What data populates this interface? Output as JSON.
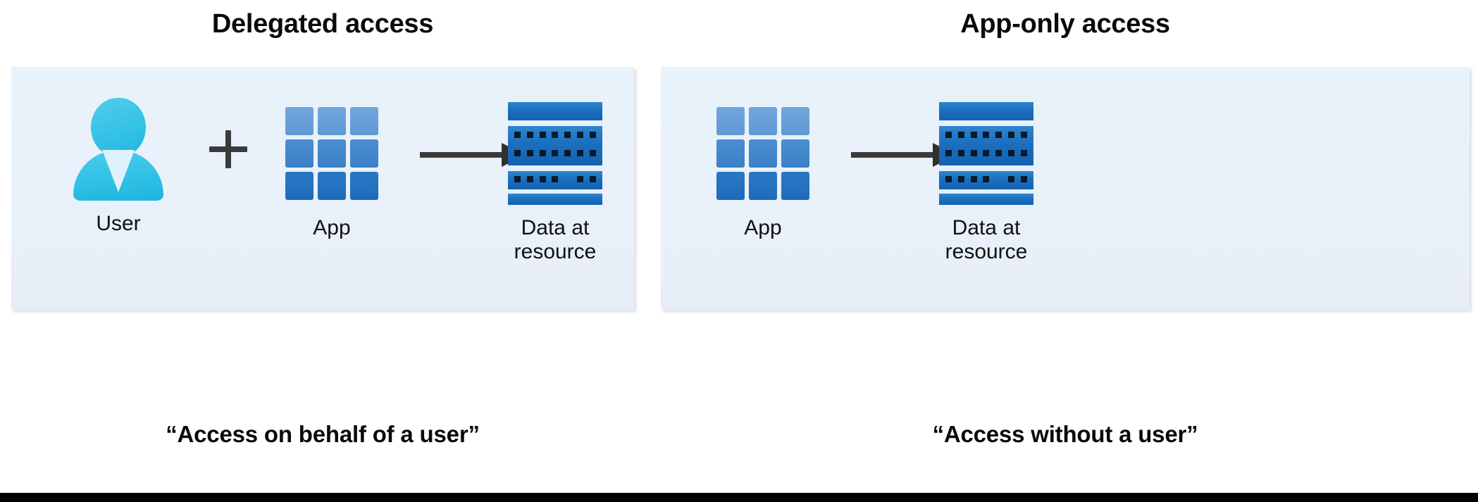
{
  "diagram": {
    "title_left": "Delegated access",
    "title_right": "App-only access",
    "caption_left": "“Access on behalf of a user”",
    "caption_right": "“Access without a user”",
    "colors": {
      "panel_background": "#e8f1fa",
      "user_cyan": "#35c2e6",
      "app_blue_light": "#6ca0db",
      "app_blue_dark": "#1d6cbb",
      "server_blue": "#1b6fbe",
      "arrow_gray": "#3a3a3a",
      "title_black": "#0a0a0a",
      "bottom_bar": "#000000"
    },
    "columns": [
      {
        "id": "delegated",
        "title": "Delegated access",
        "caption": "“Access on behalf of a user”",
        "nodes": [
          {
            "icon": "user-icon",
            "label": "User"
          },
          {
            "icon": "plus-icon",
            "label": ""
          },
          {
            "icon": "app-icon",
            "label": "App"
          },
          {
            "icon": "arrow-right-icon",
            "label": ""
          },
          {
            "icon": "server-icon",
            "label": "Data at\nresource"
          }
        ]
      },
      {
        "id": "app-only",
        "title": "App-only access",
        "caption": "“Access without a user”",
        "nodes": [
          {
            "icon": "app-icon",
            "label": "App"
          },
          {
            "icon": "arrow-right-icon",
            "label": ""
          },
          {
            "icon": "server-icon",
            "label": "Data at\nresource"
          }
        ]
      }
    ]
  }
}
